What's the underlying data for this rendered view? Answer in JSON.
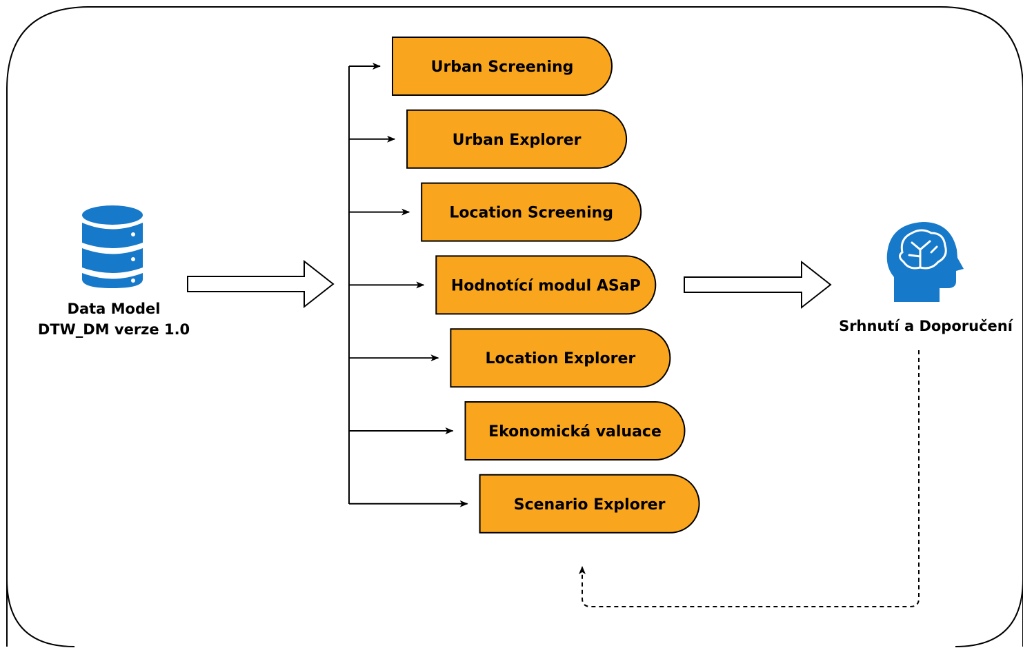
{
  "colors": {
    "module_fill": "#f9a61e",
    "icon_blue": "#1679c9",
    "line": "#000000",
    "background": "#ffffff"
  },
  "source": {
    "icon": "database-icon",
    "line1": "Data Model",
    "line2": "DTW_DM verze 1.0"
  },
  "modules": [
    "Urban Screening",
    "Urban Explorer",
    "Location Screening",
    "Hodnotící modul ASaP",
    "Location Explorer",
    "Ekonomická valuace",
    "Scenario Explorer"
  ],
  "output": {
    "icon": "brain-head-icon",
    "label": "Srhnutí a Doporučení"
  }
}
